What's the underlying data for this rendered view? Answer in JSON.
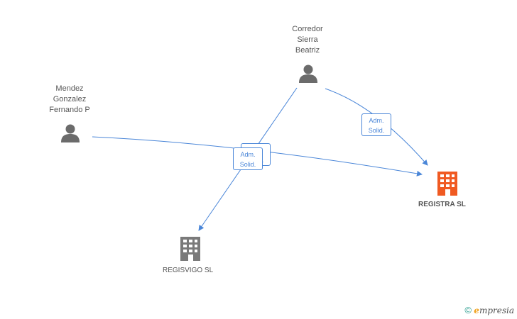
{
  "people": [
    {
      "id": "corredor",
      "lines": [
        "Corredor",
        "Sierra",
        "Beatriz"
      ]
    },
    {
      "id": "mendez",
      "lines": [
        "Mendez",
        "Gonzalez",
        "Fernando P"
      ]
    }
  ],
  "companies": [
    {
      "id": "registra",
      "name": "REGISTRA SL",
      "color": "#f05a22"
    },
    {
      "id": "regisvigo",
      "name": "REGISVIGO SL",
      "color": "#7a7a7a"
    }
  ],
  "edges": [
    {
      "from": "mendez",
      "to": "registra",
      "role_lines": [
        "Adm.",
        "Solid."
      ]
    },
    {
      "from": "corredor",
      "to": "regisvigo",
      "role_lines": [
        "Adm.",
        "Solid."
      ]
    },
    {
      "from": "corredor",
      "to": "registra",
      "role_lines": [
        "Adm.",
        "Solid."
      ]
    }
  ],
  "colors": {
    "edge": "#4a86d8",
    "person_icon": "#6b6b6b"
  },
  "footer": {
    "copyright": "©",
    "brand_initial": "e",
    "brand_rest": "mpresia"
  }
}
